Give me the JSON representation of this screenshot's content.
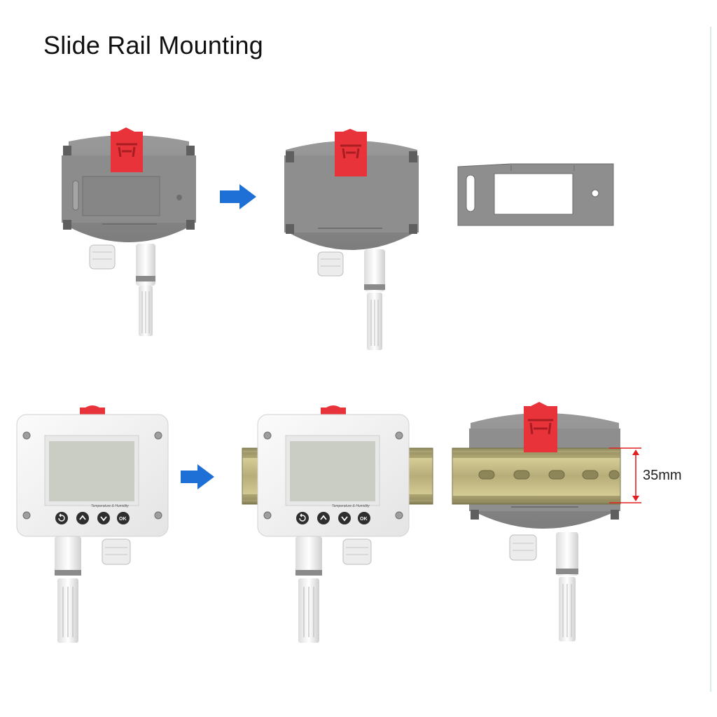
{
  "title": "Slide Rail Mounting",
  "dimension_label": "35mm",
  "device_caption": "Temperature & Humidity",
  "buttons": [
    "back",
    "up",
    "down",
    "OK"
  ],
  "colors": {
    "accent_arrow": "#1e6fd6",
    "clip_red": "#e8333a",
    "housing_gray": "#8e8e8e",
    "housing_white": "#f2f2f2",
    "lcd": "#c9cdc4",
    "rail_metal": "#b9b07a",
    "dimension_red": "#e02020"
  },
  "icons": [
    "arrow-right-icon",
    "back-icon",
    "chevron-up-icon",
    "chevron-down-icon"
  ]
}
